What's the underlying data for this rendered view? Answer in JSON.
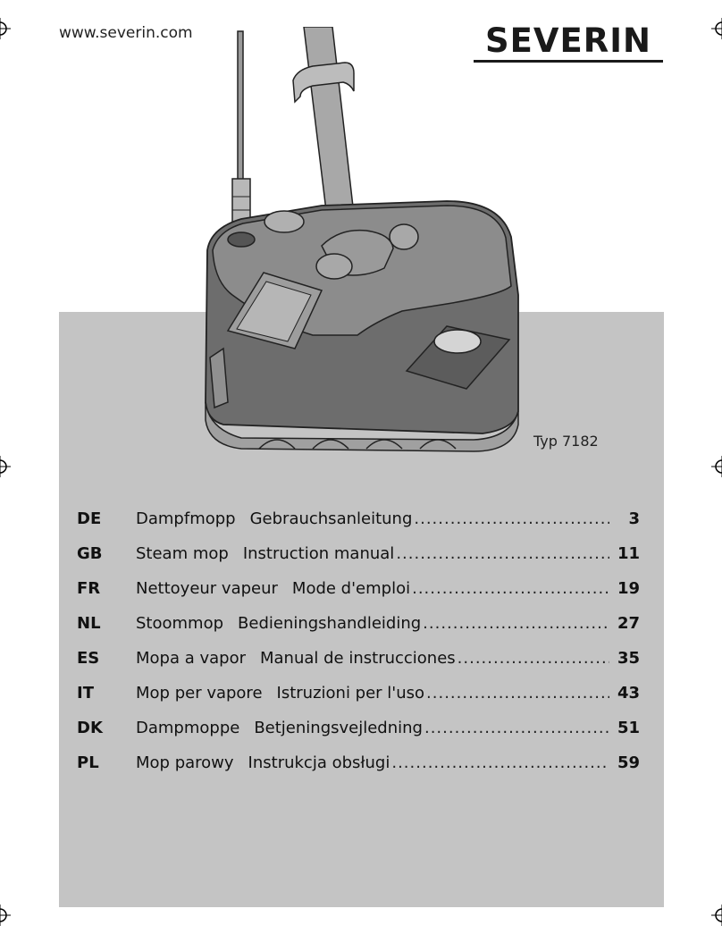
{
  "header": {
    "url": "www.severin.com",
    "brand": "SEVERIN"
  },
  "product": {
    "type_label": "Typ 7182"
  },
  "toc": [
    {
      "code": "DE",
      "product": "Dampfmopp",
      "manual": "Gebrauchsanleitung",
      "page": "3"
    },
    {
      "code": "GB",
      "product": "Steam mop",
      "manual": "Instruction manual",
      "page": "11"
    },
    {
      "code": "FR",
      "product": "Nettoyeur vapeur",
      "manual": "Mode d'emploi",
      "page": "19"
    },
    {
      "code": "NL",
      "product": "Stoommop",
      "manual": "Bedieningshandleiding",
      "page": "27"
    },
    {
      "code": "ES",
      "product": "Mopa a vapor",
      "manual": "Manual de instrucciones",
      "page": "35"
    },
    {
      "code": "IT",
      "product": "Mop per vapore",
      "manual": "Istruzioni per l'uso",
      "page": "43"
    },
    {
      "code": "DK",
      "product": "Dampmoppe",
      "manual": "Betjeningsvejledning",
      "page": "51"
    },
    {
      "code": "PL",
      "product": "Mop parowy",
      "manual": "Instrukcja obsługi",
      "page": "59"
    }
  ],
  "colors": {
    "panel": "#c4c4c4",
    "device_dark": "#6d6d6d",
    "device_mid": "#8c8c8c",
    "device_light": "#a9a9a9"
  }
}
